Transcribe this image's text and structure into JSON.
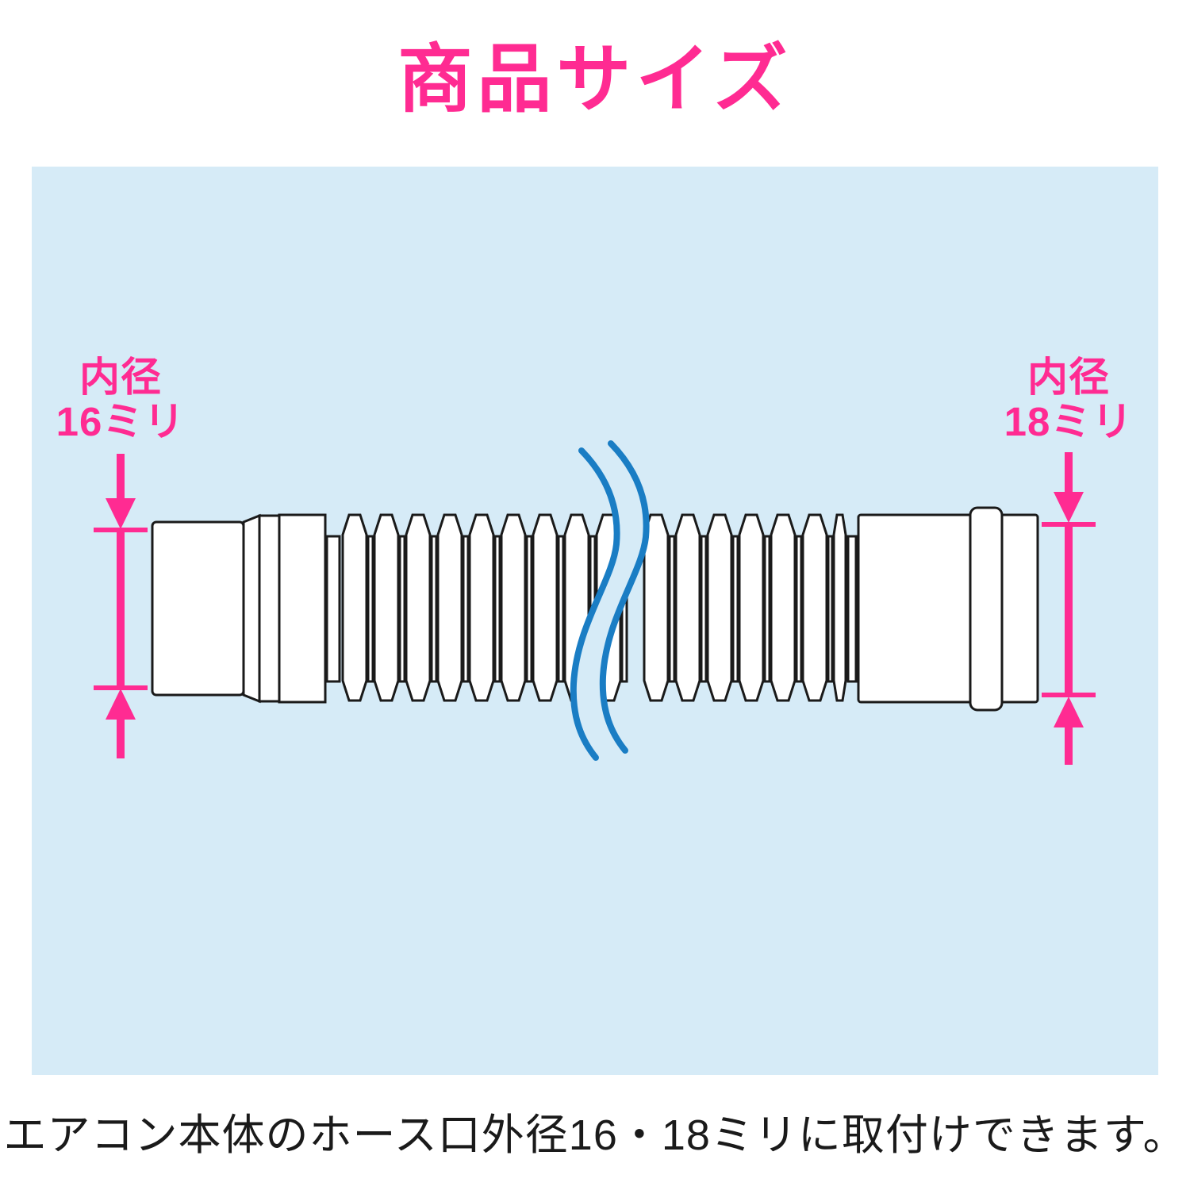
{
  "title": "商品サイズ",
  "caption": "エアコン本体のホース口外径16・18ミリに取付けできます。",
  "diagram": {
    "left_dimension": {
      "label_line1": "内径",
      "label_line2": "16ミリ"
    },
    "right_dimension": {
      "label_line1": "内径",
      "label_line2": "18ミリ"
    }
  },
  "colors": {
    "accent_pink": "#ff2b92",
    "panel_blue": "#d6ebf7",
    "wave_blue": "#1a7dc4",
    "ink": "#1a1a1a"
  }
}
